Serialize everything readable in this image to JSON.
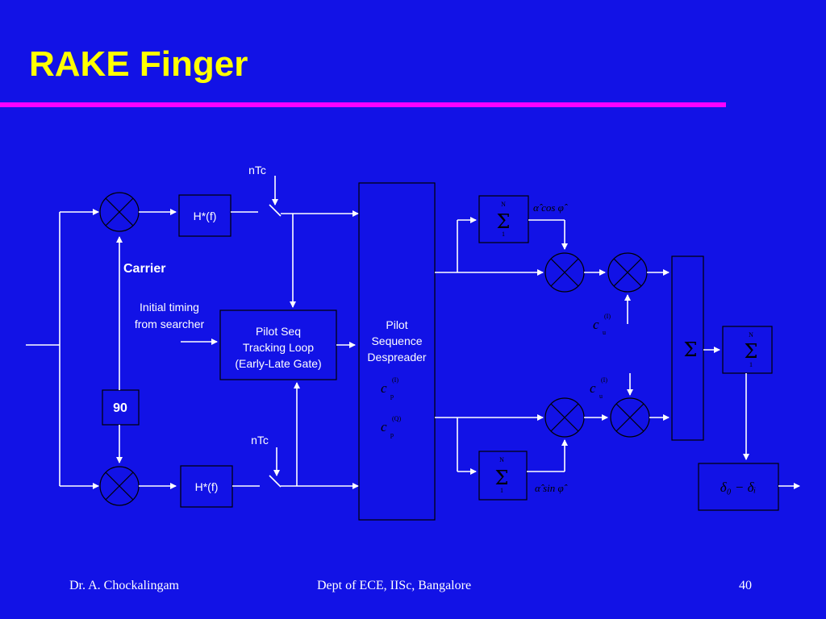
{
  "slide": {
    "title": "RAKE Finger",
    "footer_left": "Dr. A. Chockalingam",
    "footer_center": "Dept of ECE, IISc, Bangalore",
    "page_number": "40"
  },
  "colors": {
    "background": "#1212e6",
    "title": "#ffff00",
    "rule": "#ff00ff",
    "lines": "#ffffff",
    "block_border": "#000000",
    "math_text": "#000000"
  },
  "diagram": {
    "ntc_top": "nTc",
    "ntc_bottom": "nTc",
    "filter_top": "H*(f)",
    "filter_bottom": "H*(f)",
    "carrier": "Carrier",
    "initial_timing_1": "Initial timing",
    "initial_timing_2": "from searcher",
    "tracking_1": "Pilot Seq",
    "tracking_2": "Tracking Loop",
    "tracking_3": "(Early-Late Gate)",
    "despreader_1": "Pilot",
    "despreader_2": "Sequence",
    "despreader_3": "Despreader",
    "phase_shift": "90",
    "cp_i": "c",
    "cp_i_sub": "p",
    "cp_i_sup": "(I)",
    "cp_q": "c",
    "cp_q_sub": "p",
    "cp_q_sup": "(Q)",
    "cu_i_top": "c",
    "cu_i_top_sub": "u",
    "cu_i_top_sup": "(I)",
    "cu_i_bottom": "c",
    "cu_i_bottom_sub": "u",
    "cu_i_bottom_sup": "(I)",
    "sum_symbol": "Σ",
    "sum_top_upper": "N",
    "sum_top_lower": "1",
    "sum_bottom_upper": "N",
    "sum_bottom_lower": "1",
    "sum_out_upper": "N",
    "sum_out_lower": "1",
    "cos_label": "α̂ cos φ̂",
    "sin_label": "α̂ sin φ̂",
    "decision_label": "δ₀ − δᵢ"
  }
}
